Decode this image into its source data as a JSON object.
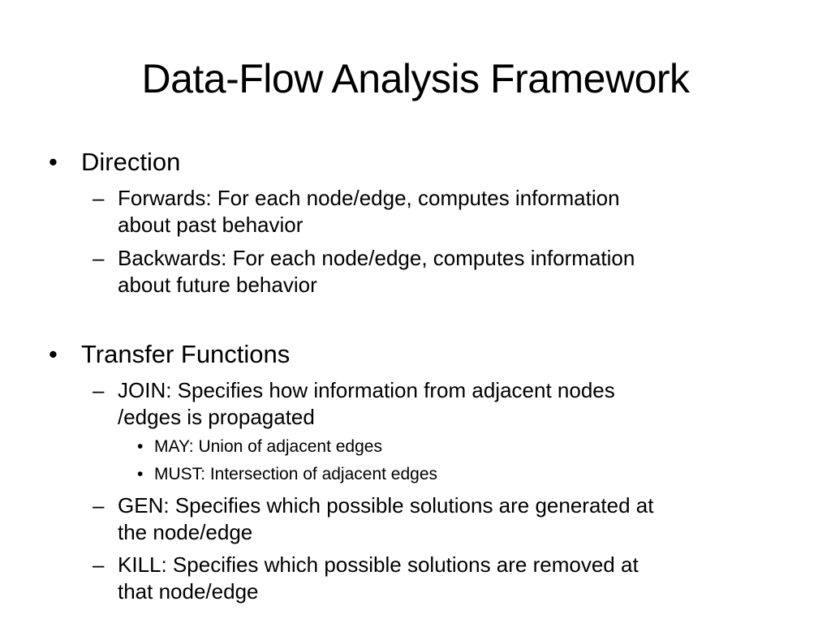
{
  "slide": {
    "title": "Data-Flow Analysis Framework",
    "bullets": [
      {
        "label": "Direction",
        "marker": "•",
        "children": [
          {
            "marker": "–",
            "line1": "Forwards: For each node/edge, computes information",
            "line2": "about past behavior"
          },
          {
            "marker": "–",
            "line1": "Backwards: For each node/edge, computes information",
            "line2": "about future behavior"
          }
        ]
      },
      {
        "label": "Transfer Functions",
        "marker": "•",
        "children": [
          {
            "marker": "–",
            "line1": "JOIN: Specifies how information from adjacent nodes",
            "line2": "/edges is propagated",
            "children": [
              {
                "marker": "•",
                "text": "MAY: Union of adjacent edges"
              },
              {
                "marker": "•",
                "text": "MUST: Intersection of adjacent edges"
              }
            ]
          },
          {
            "marker": "–",
            "line1": "GEN: Specifies which possible solutions are generated at",
            "line2": "the node/edge"
          },
          {
            "marker": "–",
            "line1": "KILL: Specifies which possible solutions are removed at",
            "line2": "that node/edge"
          }
        ]
      }
    ]
  }
}
